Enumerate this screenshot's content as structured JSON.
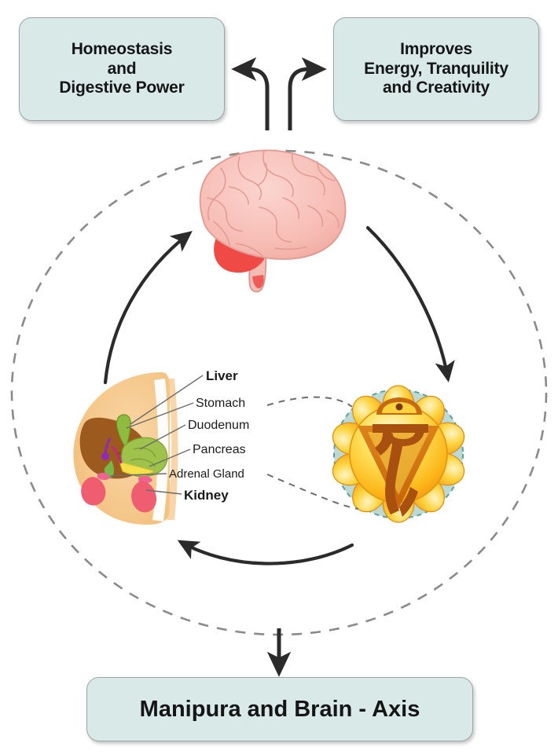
{
  "diagram": {
    "title": "Manipura and Brain - Axis",
    "top_left_box": {
      "lines": [
        "Homeostasis",
        "and",
        "Digestive Power"
      ]
    },
    "top_right_box": {
      "lines": [
        "Improves",
        "Energy, Tranquility",
        "and Creativity"
      ]
    },
    "organ_labels": [
      {
        "key": "liver",
        "text": "Liver"
      },
      {
        "key": "stomach",
        "text": "Stomach"
      },
      {
        "key": "duodenum",
        "text": "Duodenum"
      },
      {
        "key": "pancreas",
        "text": "Pancreas"
      },
      {
        "key": "adrenal",
        "text": "Adrenal Gland"
      },
      {
        "key": "kidney",
        "text": "Kidney"
      }
    ],
    "nodes": [
      {
        "key": "brain",
        "name": "brain-illustration"
      },
      {
        "key": "organs",
        "name": "abdominal-organs-illustration"
      },
      {
        "key": "chakra",
        "name": "manipura-chakra-symbol"
      }
    ],
    "flow_arrows": [
      {
        "from": "organs",
        "to": "brain"
      },
      {
        "from": "brain",
        "to": "chakra"
      },
      {
        "from": "chakra",
        "to": "organs"
      },
      {
        "from": "cycle",
        "to": "top_left_box"
      },
      {
        "from": "cycle",
        "to": "top_right_box"
      },
      {
        "from": "cycle",
        "to": "title_box"
      }
    ],
    "colors": {
      "box_fill": "#d9e9e8",
      "box_border": "#9aa6a6",
      "arrow": "#2b2b2b",
      "dashed_ring": "#8a8a8a",
      "brain_pink": "#f6bcb4",
      "brain_red": "#ef4a45",
      "torso_tan": "#f5c88c",
      "liver_brown": "#9c5a1e",
      "stomach_green": "#9ec24b",
      "kidney_pink": "#ef5d70",
      "chakra_gold": "#fcc21a",
      "chakra_orange": "#f59a1a",
      "chakra_teal": "#b9d9d6",
      "chakra_symbol_brown": "#9c4a12"
    }
  }
}
